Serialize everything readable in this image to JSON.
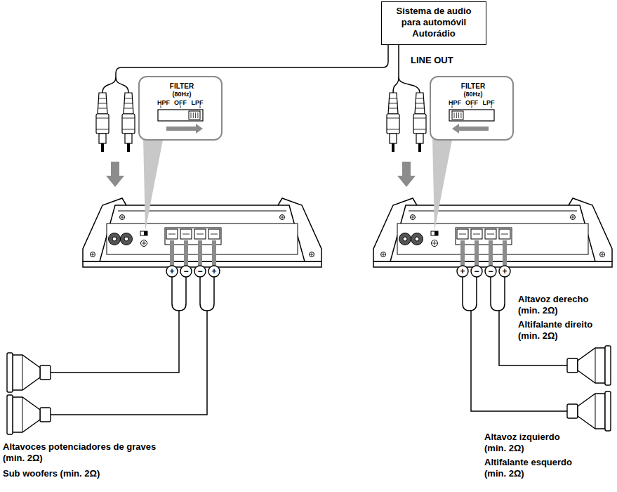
{
  "diagram": {
    "nodes": [
      {
        "text": [
          "Sistema de audio para automóvil",
          "Autorádio"
        ]
      },
      {
        "text": [
          "FILTER",
          "(80Hz)",
          "HPF",
          "OFF",
          "LPF"
        ]
      },
      {
        "text": [
          "FILTER",
          "(80Hz)",
          "HPF",
          "OFF",
          "LPF"
        ]
      }
    ],
    "labels": [
      "LINE OUT",
      "+",
      "−",
      "−",
      "+",
      "+",
      "−",
      "−",
      "+",
      "Altavoz derecho (min. 2Ω)",
      "Altifalante direito (min. 2Ω)",
      "Altavoz izquierdo (min. 2Ω)",
      "Altifalante esquerdo (min. 2Ω)",
      "Altavoces potenciadores de graves (min. 2Ω)",
      "Sub woofers (min. 2Ω)"
    ]
  }
}
